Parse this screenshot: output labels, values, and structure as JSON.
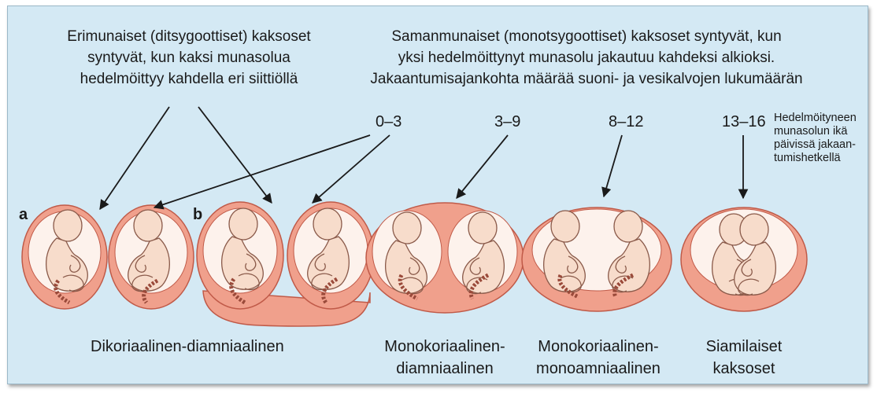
{
  "header": {
    "dizygotic_lines": [
      "Erimunaiset (ditsygoottiset) kaksoset",
      "syntyvät, kun kaksi munasolua",
      "hedelmöittyy kahdella eri siittiöllä"
    ],
    "monozygotic_lines": [
      "Samanmunaiset (monotsygoottiset) kaksoset syntyvät, kun",
      "yksi hedelmöittynyt munasolu jakautuu kahdeksi alkioksi.",
      "Jakaantumisajankohta määrää suoni- ja vesikalvojen lukumäärän"
    ]
  },
  "day_ranges": [
    "0–3",
    "3–9",
    "8–12",
    "13–16"
  ],
  "day_note_lines": [
    "Hedelmöityneen",
    "munasolun ikä",
    "päivissä jakaan-",
    "tumishetkellä"
  ],
  "panel_tags": [
    "a",
    "b"
  ],
  "type_labels": {
    "dichorionic": "Dikoriaalinen-diamniaalinen",
    "mono_diamniotic": [
      "Monokoriaalinen-",
      "diamniaalinen"
    ],
    "mono_monoamniotic": [
      "Monokoriaalinen-",
      "monoamniaalinen"
    ],
    "conjoined": [
      "Siamilaiset",
      "kaksoset"
    ]
  },
  "colors": {
    "background": "#d4e9f4",
    "chorion": "#f0a08c",
    "chorion_edge": "#c05a48",
    "amnion_fill": "#fdf2ec",
    "fetus": "#f7dccb",
    "cord": "#9a4a3a",
    "arrow": "#1a1a1a"
  }
}
